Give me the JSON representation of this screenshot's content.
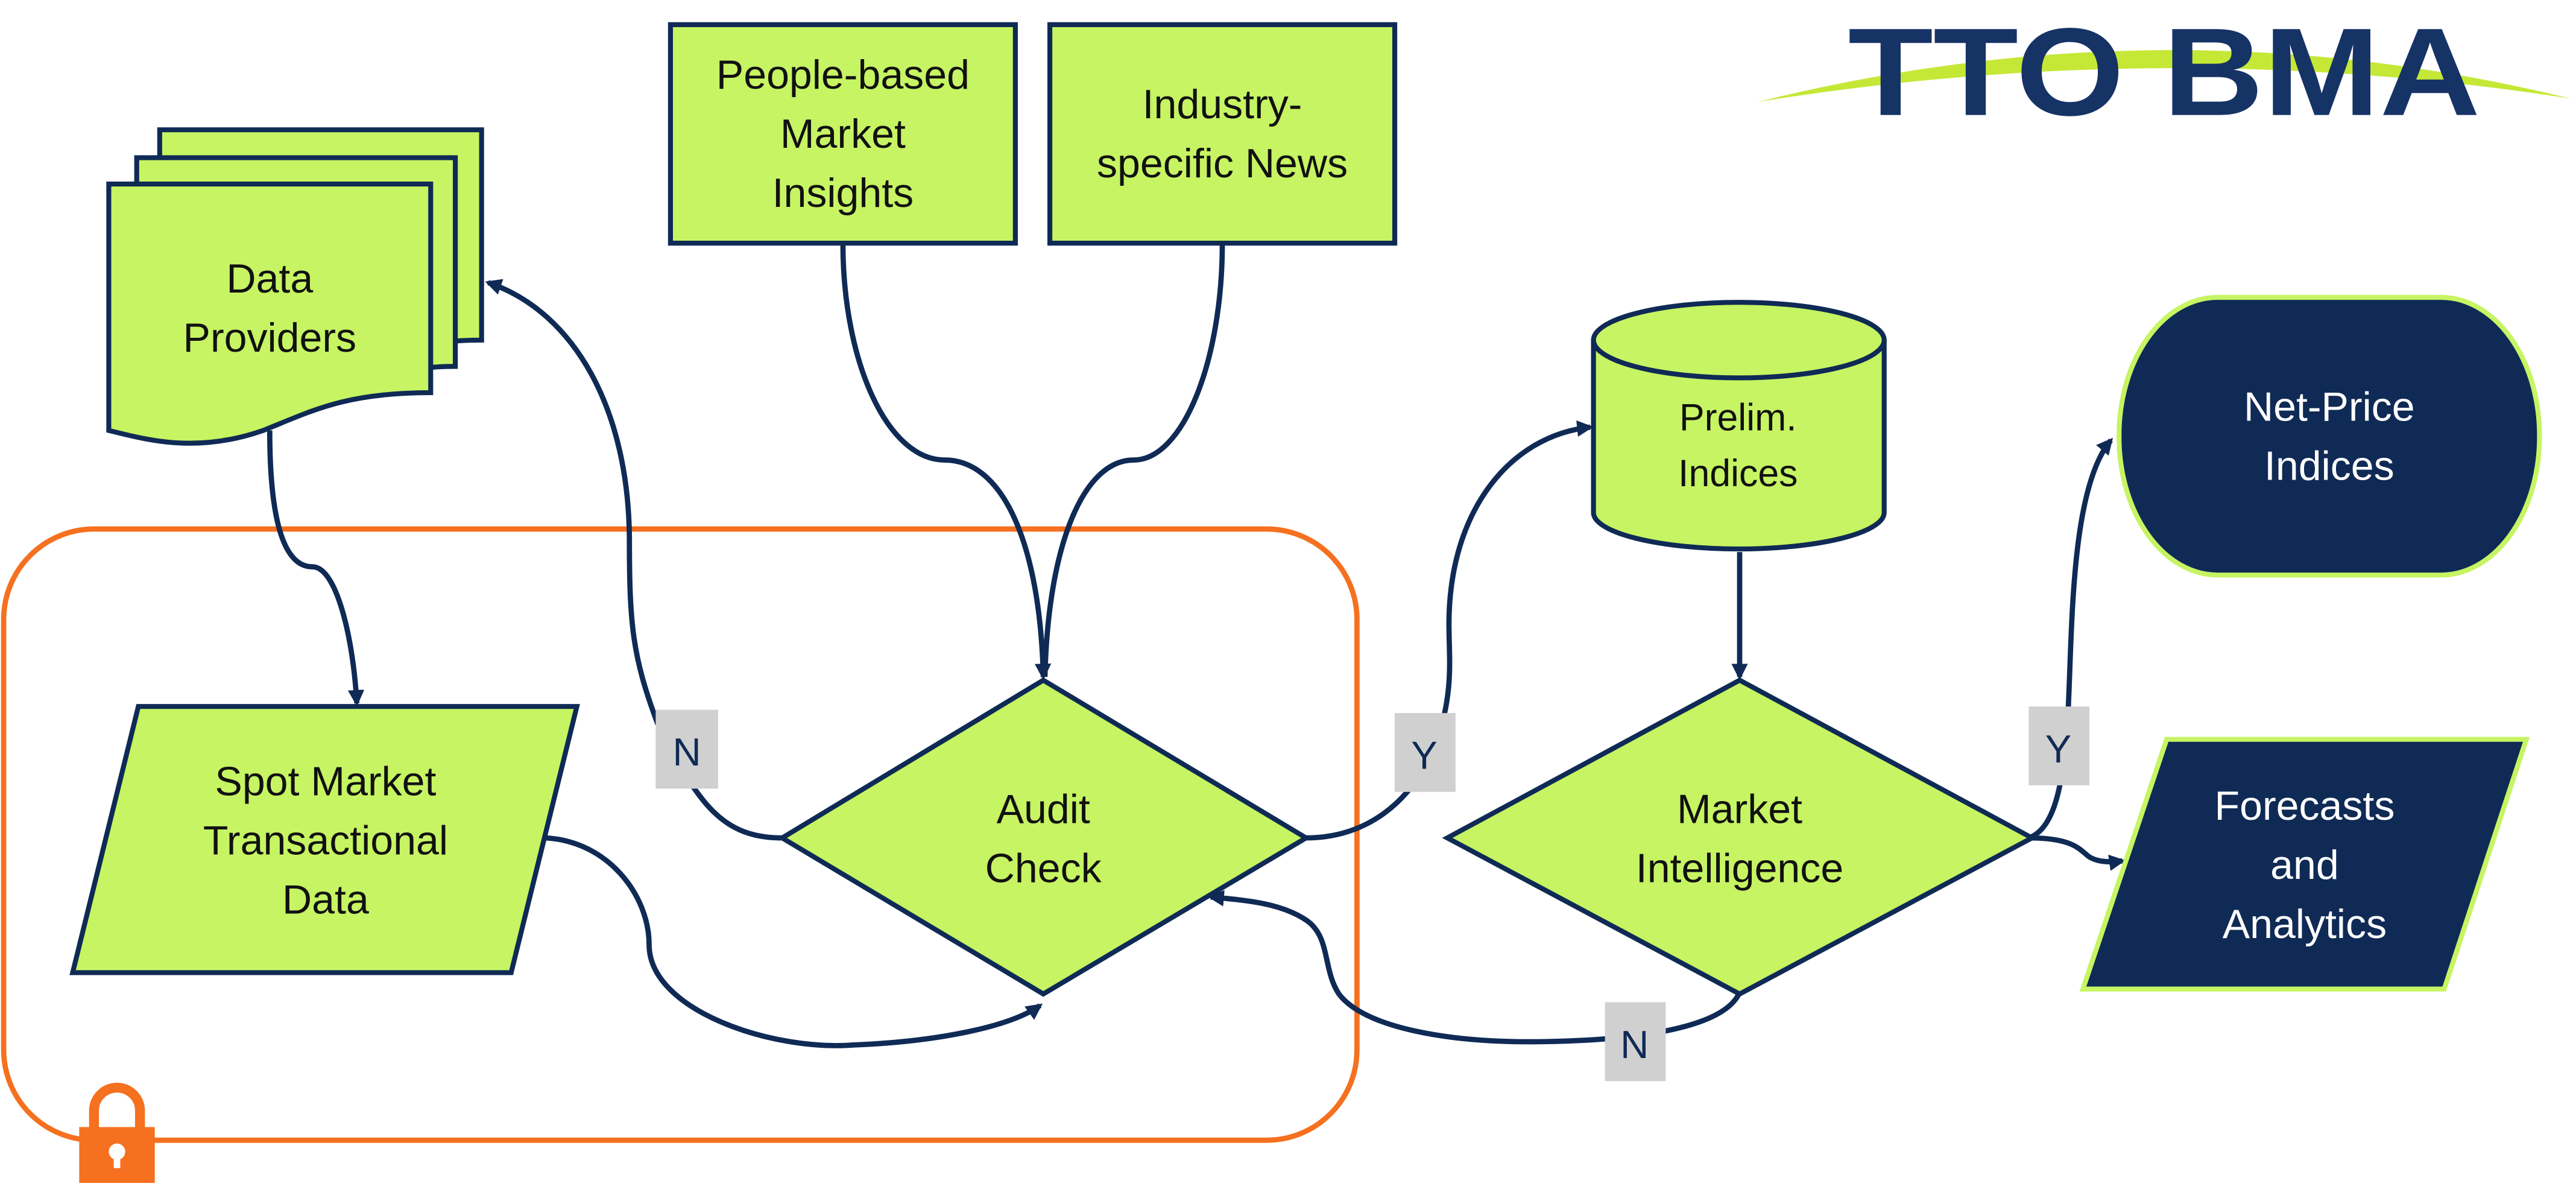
{
  "logo": {
    "text": "TTO BMA",
    "accent_color": "#c5e837",
    "brand_color": "#163366"
  },
  "colors": {
    "node_fill": "#c6f463",
    "node_stroke": "#0f2a55",
    "dark_fill": "#0f2a55",
    "zone": "#f5701f",
    "label_box": "#d0d0d0"
  },
  "nodes": {
    "data_providers": {
      "lines": [
        "Data",
        "Providers"
      ],
      "shape": "multi-document"
    },
    "people_insights": {
      "lines": [
        "People-based",
        "Market",
        "Insights"
      ],
      "shape": "rectangle"
    },
    "industry_news": {
      "lines": [
        "Industry-",
        "specific News"
      ],
      "shape": "rectangle"
    },
    "spot_market": {
      "lines": [
        "Spot Market",
        "Transactional",
        "Data"
      ],
      "shape": "parallelogram"
    },
    "audit_check": {
      "lines": [
        "Audit",
        "Check"
      ],
      "shape": "diamond"
    },
    "prelim_indices": {
      "lines": [
        "Prelim.",
        "Indices"
      ],
      "shape": "cylinder"
    },
    "market_intel": {
      "lines": [
        "Market",
        "Intelligence"
      ],
      "shape": "diamond"
    },
    "net_price": {
      "lines": [
        "Net-Price",
        "Indices"
      ],
      "shape": "terminator"
    },
    "forecasts": {
      "lines": [
        "Forecasts",
        "and",
        "Analytics"
      ],
      "shape": "parallelogram"
    }
  },
  "edge_labels": {
    "audit_no": "N",
    "audit_yes": "Y",
    "intel_yes": "Y",
    "intel_no": "N"
  },
  "zone": {
    "name": "secured-zone",
    "icon": "lock-icon"
  }
}
